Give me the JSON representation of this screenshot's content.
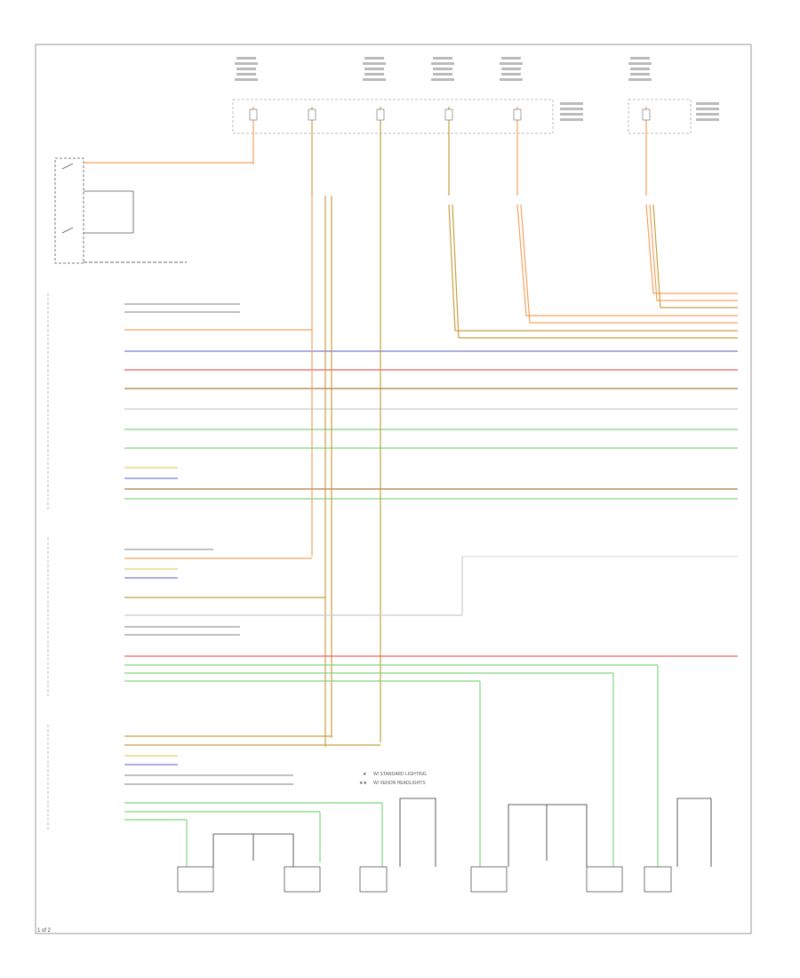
{
  "diagram": {
    "footer_code": "1 of 2",
    "legend": [
      {
        "marker": "★",
        "text": "W/ STANDARD LIGHTING"
      },
      {
        "marker": "★★",
        "text": "W/ XENON HEADLIGHTS"
      }
    ],
    "colors": {
      "frame": "#999999",
      "orange": "#f5a25d",
      "tan": "#c8a040",
      "red": "#f06060",
      "blue": "#7a7ad8",
      "green": "#7ed87e",
      "brown": "#b07a40",
      "gray": "#9a9a9a",
      "light_gray": "#cccccc",
      "black": "#333333"
    }
  }
}
